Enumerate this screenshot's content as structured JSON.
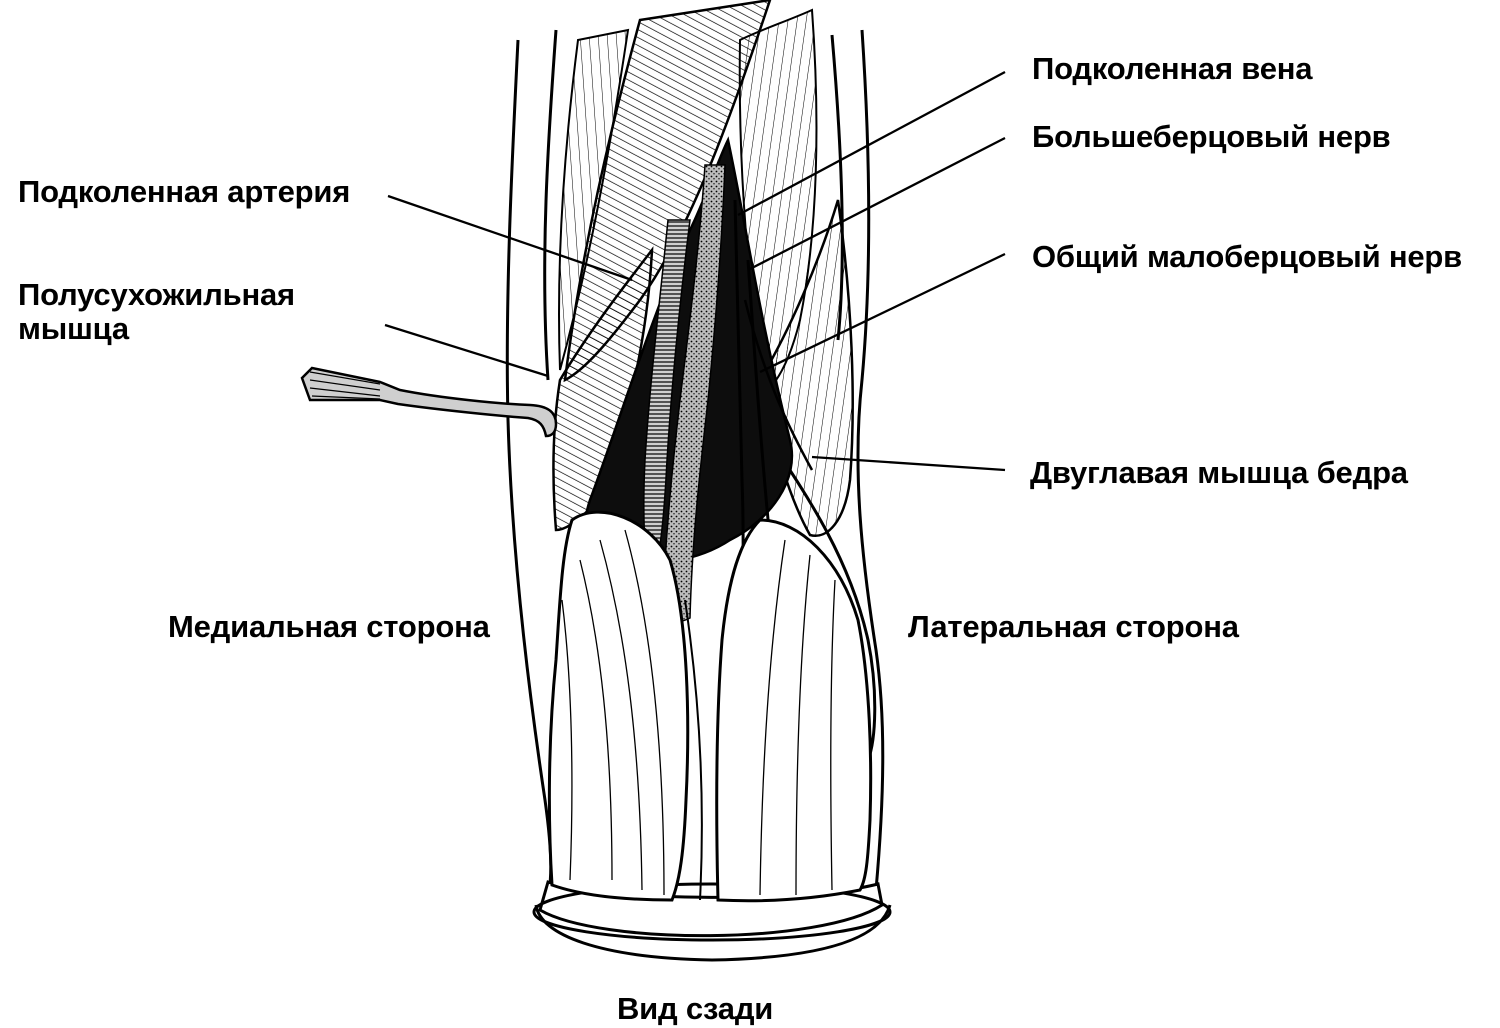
{
  "labels": {
    "popliteal_vein": "Подколенная вена",
    "tibial_nerve": "Большеберцовый нерв",
    "popliteal_artery": "Подколенная артерия",
    "semitendinosus_line1": "Полусухожильная",
    "semitendinosus_line2": "мышца",
    "common_peroneal_nerve": "Общий малоберцовый нерв",
    "biceps_femoris": "Двуглавая мышца бедра",
    "medial_side": "Медиальная сторона",
    "lateral_side": "Латеральная сторона",
    "view_caption": "Вид сзади"
  },
  "colors": {
    "ink": "#000000",
    "paper": "#ffffff",
    "cavity": "#0d0d0d",
    "vessel": "#8a8a8a"
  }
}
